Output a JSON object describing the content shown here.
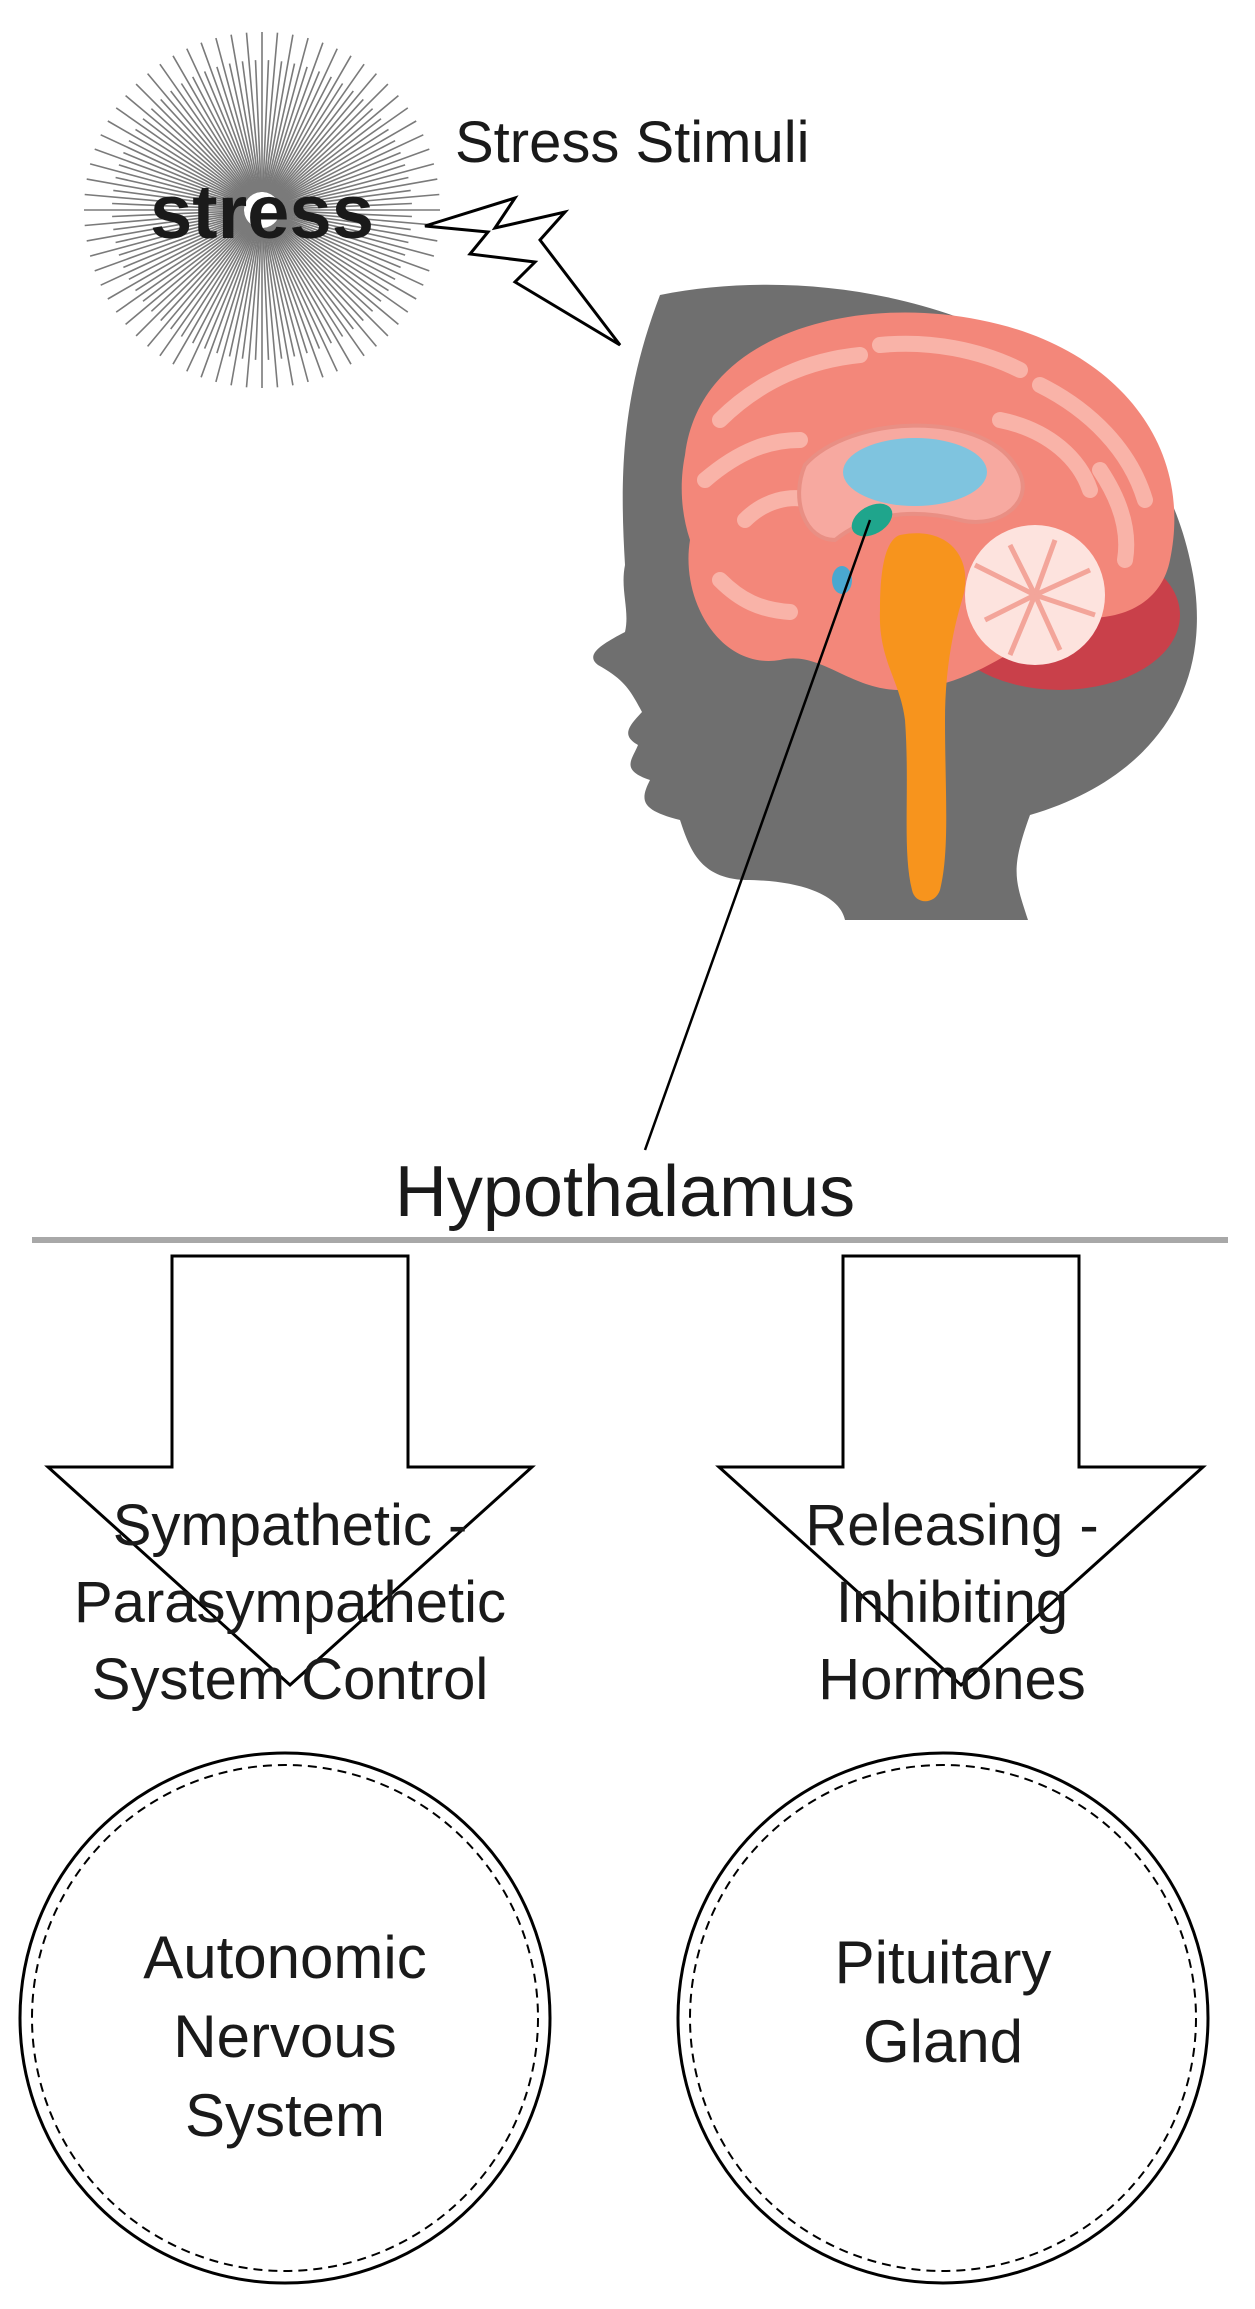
{
  "stimulus": {
    "burst_word": "stress",
    "caption": "Stress Stimuli"
  },
  "hypothalamus": {
    "label": "Hypothalamus"
  },
  "pathways": [
    {
      "arrow_lines": [
        "Sympathetic -",
        "Parasympathetic",
        "System Control"
      ],
      "target_lines": [
        "Autonomic",
        "Nervous",
        "System"
      ]
    },
    {
      "arrow_lines": [
        "Releasing -",
        "Inhibiting",
        "Hormones"
      ],
      "target_lines": [
        "Pituitary",
        "Gland"
      ]
    }
  ],
  "colors": {
    "head_silhouette": "#6f6f6f",
    "brain_cortex": "#f3877a",
    "brain_highlight": "#f9b3a8",
    "brainstem": "#f7941d",
    "ventricle": "#7fc4df",
    "hypothalamus": "#1fa58c",
    "cerebellum_shadow": "#c9404a",
    "divider": "#a8a8a8",
    "outline": "#000000"
  }
}
